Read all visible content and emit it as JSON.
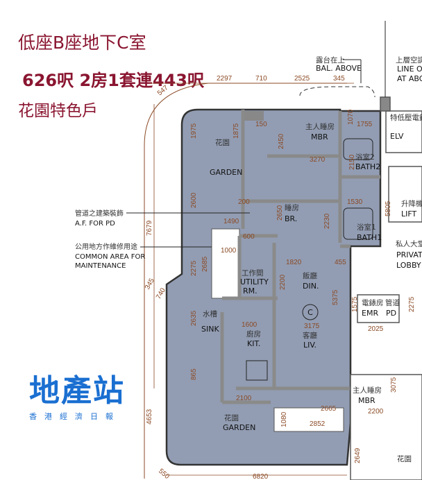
{
  "heading": {
    "line1": "低座B座地下C室",
    "line2": "626呎 2房1套連443呎",
    "line3": "花園特色戶"
  },
  "logo": {
    "main": "地產站",
    "sub": "香港經濟日報"
  },
  "colors": {
    "title": "#8a1530",
    "unit_fill": "#929db3",
    "dimension": "#8b4a25",
    "logo": "#1a6fd1"
  },
  "rooms": [
    {
      "cn": "花園",
      "en": "GARDEN"
    },
    {
      "cn": "主人睡房",
      "en": "MBR"
    },
    {
      "cn": "睡房",
      "en": "BR."
    },
    {
      "cn": "工作間",
      "en": "UTILITY",
      "en2": "RM."
    },
    {
      "cn": "飯廳",
      "en": "DIN."
    },
    {
      "cn": "水槽",
      "en": "SINK"
    },
    {
      "cn": "廚房",
      "en": "KIT."
    },
    {
      "cn": "客廳",
      "en": "LIV."
    },
    {
      "cn": "花園",
      "en": "GARDEN"
    },
    {
      "cn": "浴室2",
      "en": "BATH2"
    },
    {
      "cn": "浴室1",
      "en": "BATH1"
    }
  ],
  "unit_marker": "C",
  "neighbors": [
    {
      "cn": "特低壓電錶房",
      "en": "ELV"
    },
    {
      "cn": "升降機",
      "en": "LIFT"
    },
    {
      "cn": "私人大堂",
      "en": "PRIVATE",
      "en2": "LOBBY"
    },
    {
      "cn": "電錶房",
      "en": "EMR"
    },
    {
      "cn": "管道",
      "en": "PD"
    },
    {
      "cn": "主人睡房",
      "en": "MBR"
    },
    {
      "cn": "花園",
      "en": ""
    }
  ],
  "annotations": [
    {
      "cn": "露台在上",
      "en": "BAL. ABOVE"
    },
    {
      "cn": "上層空調",
      "en": "LINE OF",
      "en2": "AT ABO"
    },
    {
      "cn": "管道之建築裝飾",
      "en": "A.F. FOR PD"
    },
    {
      "cn": "公用地方作維修用途",
      "en": "COMMON AREA FOR",
      "en2": "MAINTENANCE"
    }
  ],
  "dimensions": [
    "2297",
    "710",
    "2525",
    "345",
    "547",
    "7679",
    "6820",
    "4653",
    "740",
    "345",
    "550",
    "1975",
    "1875",
    "2600",
    "2685",
    "2275",
    "2635",
    "865",
    "3270",
    "2450",
    "2650",
    "1820",
    "2200",
    "3175",
    "5375",
    "2100",
    "1600",
    "2852",
    "1080",
    "2230",
    "1755",
    "1070",
    "5805",
    "1530",
    "2150",
    "2025",
    "1575",
    "2275",
    "2649",
    "2665",
    "1000",
    "1490",
    "150",
    "200",
    "600",
    "455",
    "2200",
    "3075"
  ]
}
